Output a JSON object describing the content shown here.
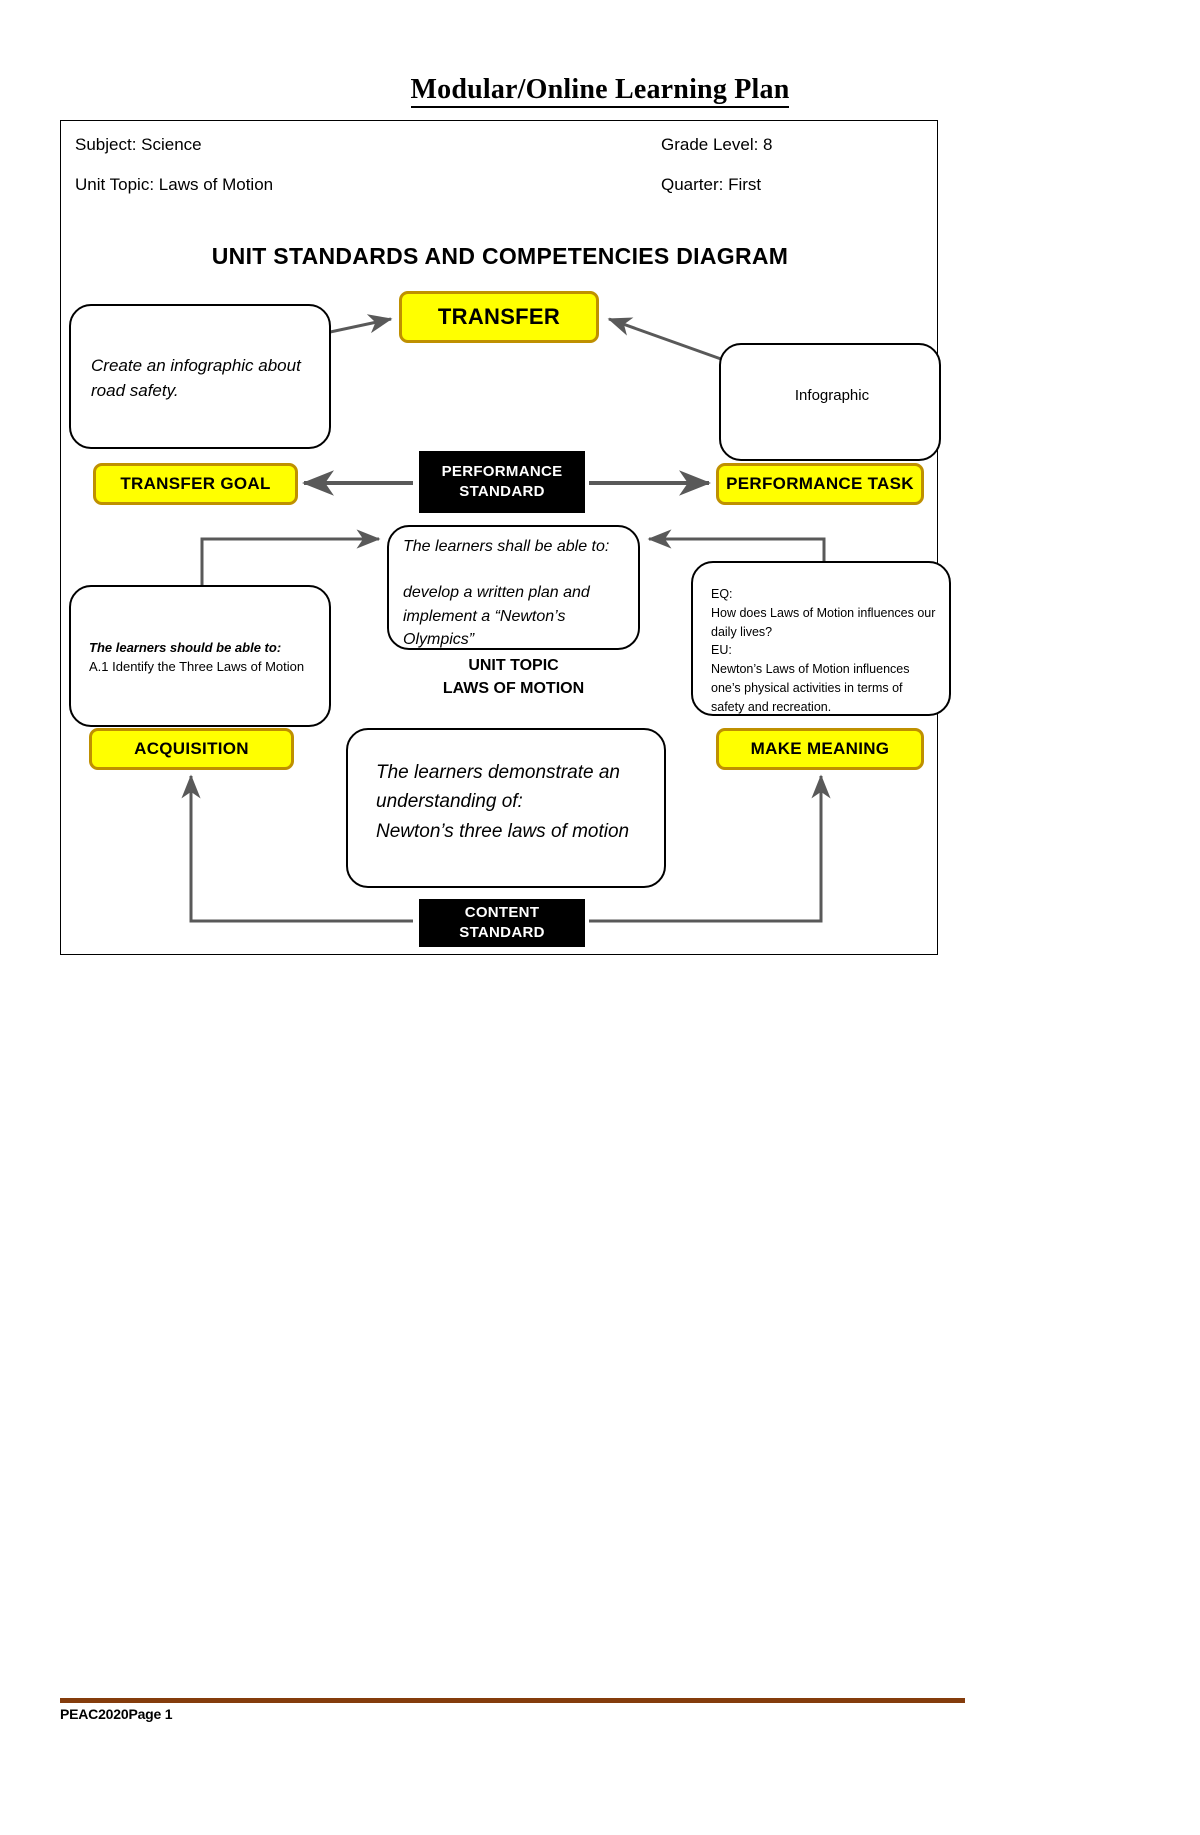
{
  "document": {
    "title": "Modular/Online Learning Plan"
  },
  "meta": {
    "subject": "Subject: Science",
    "grade_level": "Grade Level: 8",
    "unit_topic": "Unit Topic: Laws of Motion",
    "quarter": "Quarter: First"
  },
  "diagram": {
    "title": "UNIT STANDARDS AND COMPETENCIES DIAGRAM",
    "transfer_label": "TRANSFER",
    "transfer_goal_label": "TRANSFER GOAL",
    "performance_standard_label_line1": "PERFORMANCE",
    "performance_standard_label_line2": "STANDARD",
    "performance_task_label": "PERFORMANCE TASK",
    "acquisition_label": "ACQUISITION",
    "make_meaning_label": "MAKE MEANING",
    "content_standard_label_line1": "CONTENT",
    "content_standard_label_line2": "STANDARD",
    "unit_topic_label_line1": "UNIT TOPIC",
    "unit_topic_label_line2": "LAWS OF MOTION",
    "transfer_goal_text": "Create an infographic about road safety.",
    "performance_task_text": "Infographic",
    "performance_standard_text": "The learners shall be able to:\n\ndevelop a written plan and implement a “Newton’s Olympics”",
    "acquisition_text_heading": "The learners should be able to:",
    "acquisition_text_body": "A.1 Identify the Three Laws of Motion",
    "make_meaning_text": "EQ:\n How does Laws of Motion influences our daily lives?\nEU:\nNewton’s Laws of Motion influences one’s physical activities in terms of safety and recreation.",
    "content_standard_text": "The learners demonstrate an understanding of:\nNewton’s three laws of motion"
  },
  "colors": {
    "yellow_fill": "#ffff00",
    "yellow_border": "#bf9000",
    "black_fill": "#000000",
    "footer_rule": "#843c0c",
    "arrow_gray": "#595959"
  },
  "footer": {
    "text": "PEAC2020Page 1"
  }
}
